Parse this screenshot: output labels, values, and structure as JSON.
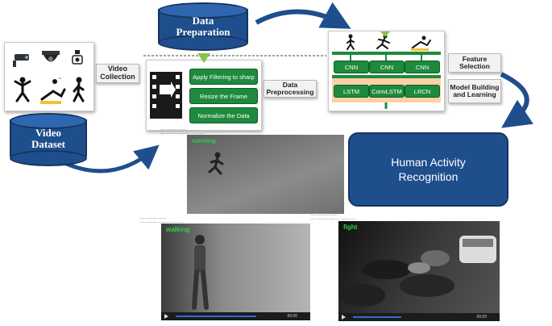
{
  "data_preparation": {
    "label_line1": "Data",
    "label_line2": "Preparation"
  },
  "video_dataset": {
    "label_line1": "Video",
    "label_line2": "Dataset"
  },
  "video_collection": {
    "label": "Video Collection"
  },
  "preprocessing": {
    "label": "Data Preprocessing",
    "steps": [
      "Apply Filtering to sharp",
      "Resize the Frame",
      "Normalize the Data"
    ]
  },
  "model": {
    "cnn_labels": [
      "CNN",
      "CNN",
      "CNN"
    ],
    "rnn_labels": [
      "LSTM",
      "ConvLSTM",
      "LRCN"
    ]
  },
  "feature_selection": {
    "label": "Feature Selection"
  },
  "model_building": {
    "label": "Model Building and Learning"
  },
  "har": {
    "label_line1": "Human Activity",
    "label_line2": "Recognition"
  },
  "videos": {
    "running": {
      "activity": "running"
    },
    "walking": {
      "activity": "walking"
    },
    "fight": {
      "activity": "fight"
    },
    "time": "00:00"
  },
  "colors": {
    "accent_blue": "#1f4e8c",
    "step_green": "#1e8a3c",
    "activity_text": "#2fd04a",
    "arrow_triangle": "#8bc34a"
  },
  "icons": [
    "cctv-camera-icon",
    "dome-camera-icon",
    "video-camera-icon",
    "jumping-person-icon",
    "fallen-person-icon",
    "walking-person-icon",
    "film-strip-icon",
    "arrow-icon",
    "running-person-icon"
  ]
}
